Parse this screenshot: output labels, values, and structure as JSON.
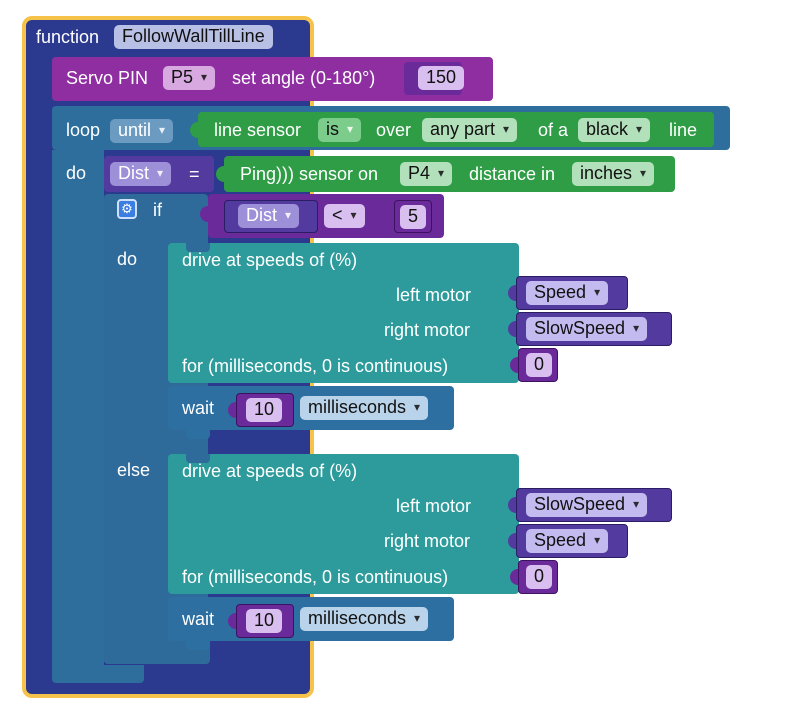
{
  "function_block": {
    "keyword": "function",
    "name": "FollowWallTillLine"
  },
  "servo": {
    "label": "Servo PIN",
    "pin": "P5",
    "set_angle": "set angle (0-180°)",
    "angle": "150"
  },
  "loop": {
    "keyword": "loop",
    "mode": "until",
    "do_label": "do"
  },
  "line_sensor": {
    "label": "line sensor",
    "is": "is",
    "over": "over",
    "part": "any part",
    "of_a": "of a",
    "color": "black",
    "line": "line"
  },
  "assign": {
    "variable": "Dist",
    "equals": "="
  },
  "ping": {
    "label": "Ping))) sensor on",
    "pin": "P4",
    "distance_in": "distance in",
    "unit": "inches"
  },
  "if_block": {
    "keyword": "if",
    "do_label": "do",
    "else_label": "else"
  },
  "condition": {
    "variable": "Dist",
    "operator": "<",
    "value": "5"
  },
  "drive_do": {
    "title": "drive at speeds of (%)",
    "left_label": "left motor",
    "left_value": "Speed",
    "right_label": "right motor",
    "right_value": "SlowSpeed",
    "for_label": "for (milliseconds, 0 is continuous)",
    "for_value": "0"
  },
  "wait_do": {
    "label": "wait",
    "value": "10",
    "unit": "milliseconds"
  },
  "drive_else": {
    "title": "drive at speeds of (%)",
    "left_label": "left motor",
    "left_value": "SlowSpeed",
    "right_label": "right motor",
    "right_value": "Speed",
    "for_label": "for (milliseconds, 0 is continuous)",
    "for_value": "0"
  },
  "wait_else": {
    "label": "wait",
    "value": "10",
    "unit": "milliseconds"
  },
  "colors": {
    "function_blue": "#2b3a8e",
    "function_border": "#f6c34a",
    "servo_purple": "#8f2ea0",
    "loop_blue": "#2d6e9c",
    "sensor_green": "#2f9c46",
    "variable_purple": "#523a9e",
    "if_blue": "#2f6b9a",
    "math_purple": "#6a2a9a",
    "drive_teal": "#2d9b9b",
    "wait_blue": "#2c6fa0"
  }
}
